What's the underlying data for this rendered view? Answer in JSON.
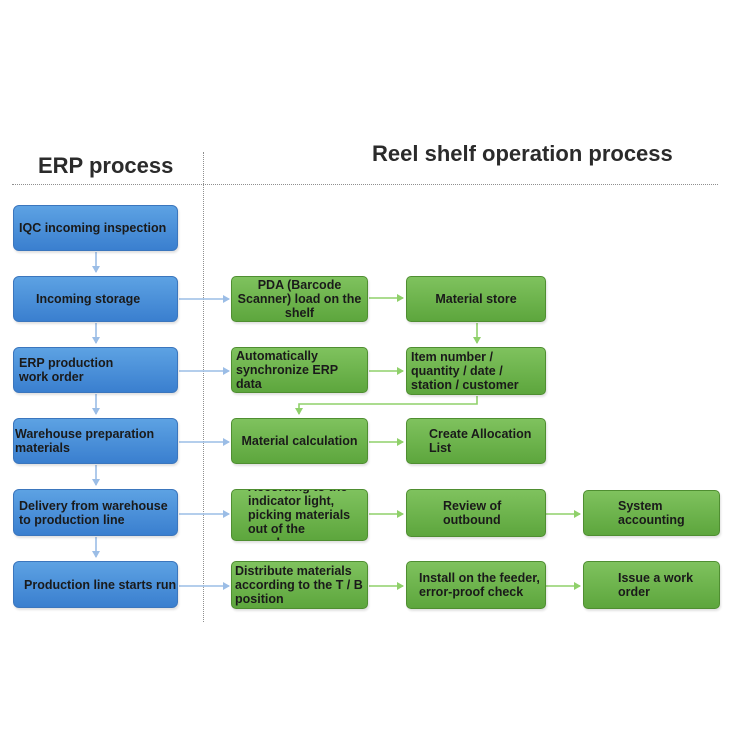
{
  "headers": {
    "erp": "ERP process",
    "reel": "Reel shelf operation process"
  },
  "erp_steps": [
    "IQC incoming inspection",
    "Incoming storage",
    "ERP production work order",
    "Warehouse preparation materials",
    "Delivery from warehouse to production line",
    "Production line starts run"
  ],
  "reel_steps": {
    "pda_load": "PDA (Barcode Scanner) load on the shelf",
    "material_store": "Material store",
    "auto_sync": "Automatically synchronize ERP data",
    "item_info": "Item number / quantity / date / station / customer",
    "material_calc": "Material calculation",
    "allocation_list": "Create Allocation List",
    "indicator_picking": "According to the indicator light, picking materials out of the warehouse",
    "review_outbound": "Review of outbound",
    "system_accounting": "System accounting",
    "distribute_tb": "Distribute materials according to the T / B position",
    "install_feeder": "Install on the feeder, error-proof check",
    "issue_work_order": "Issue a work order"
  },
  "colors": {
    "erp_box": "#4a8fd9",
    "reel_box": "#6cb24b",
    "arrow_blue": "#9bbde6",
    "arrow_green": "#8fd06a"
  }
}
